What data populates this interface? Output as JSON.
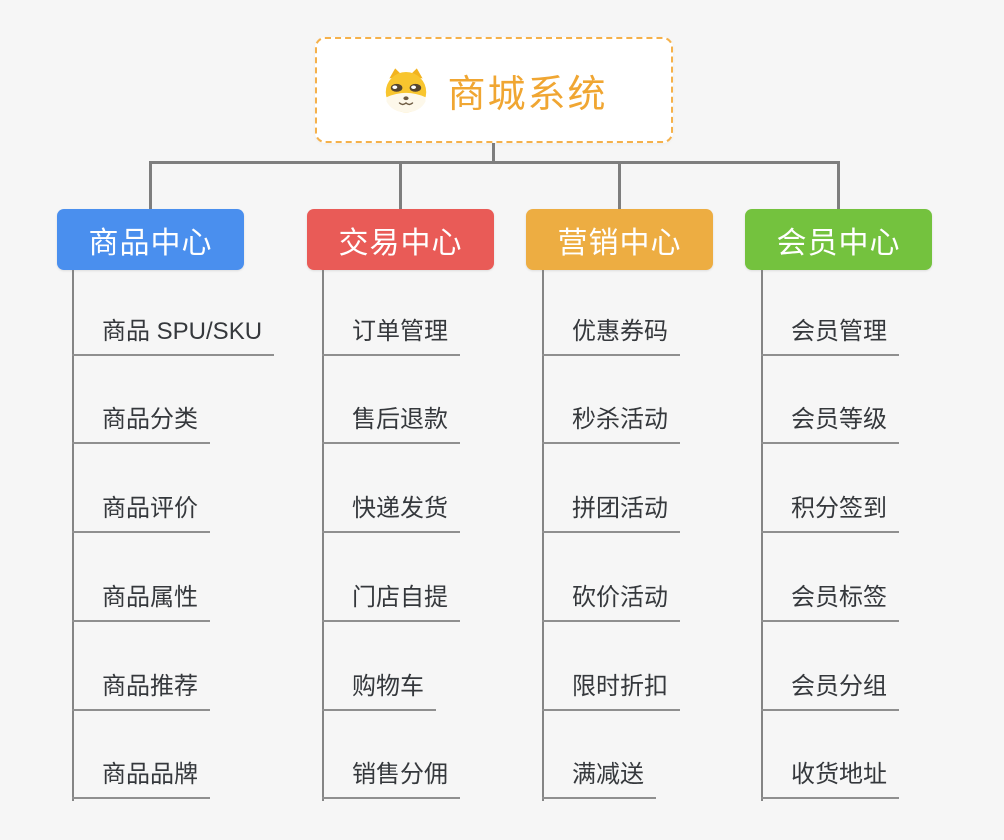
{
  "root": {
    "title": "商城系统",
    "icon": "shiba-dog-icon"
  },
  "branches": [
    {
      "label": "商品中心",
      "color": "#4a8fee",
      "items": [
        "商品 SPU/SKU",
        "商品分类",
        "商品评价",
        "商品属性",
        "商品推荐",
        "商品品牌"
      ]
    },
    {
      "label": "交易中心",
      "color": "#e95b57",
      "items": [
        "订单管理",
        "售后退款",
        "快递发货",
        "门店自提",
        "购物车",
        "销售分佣"
      ]
    },
    {
      "label": "营销中心",
      "color": "#edad42",
      "items": [
        "优惠券码",
        "秒杀活动",
        "拼团活动",
        "砍价活动",
        "限时折扣",
        "满减送"
      ]
    },
    {
      "label": "会员中心",
      "color": "#74c23e",
      "items": [
        "会员管理",
        "会员等级",
        "积分签到",
        "会员标签",
        "会员分组",
        "收货地址"
      ]
    }
  ],
  "colors": {
    "accent_orange": "#f0a632",
    "root_border": "#f5b14b",
    "connector_gray": "#7e7e7e",
    "underline_gray": "#8f8f8f",
    "leaf_text": "#35383c",
    "background": "#f6f6f6"
  }
}
